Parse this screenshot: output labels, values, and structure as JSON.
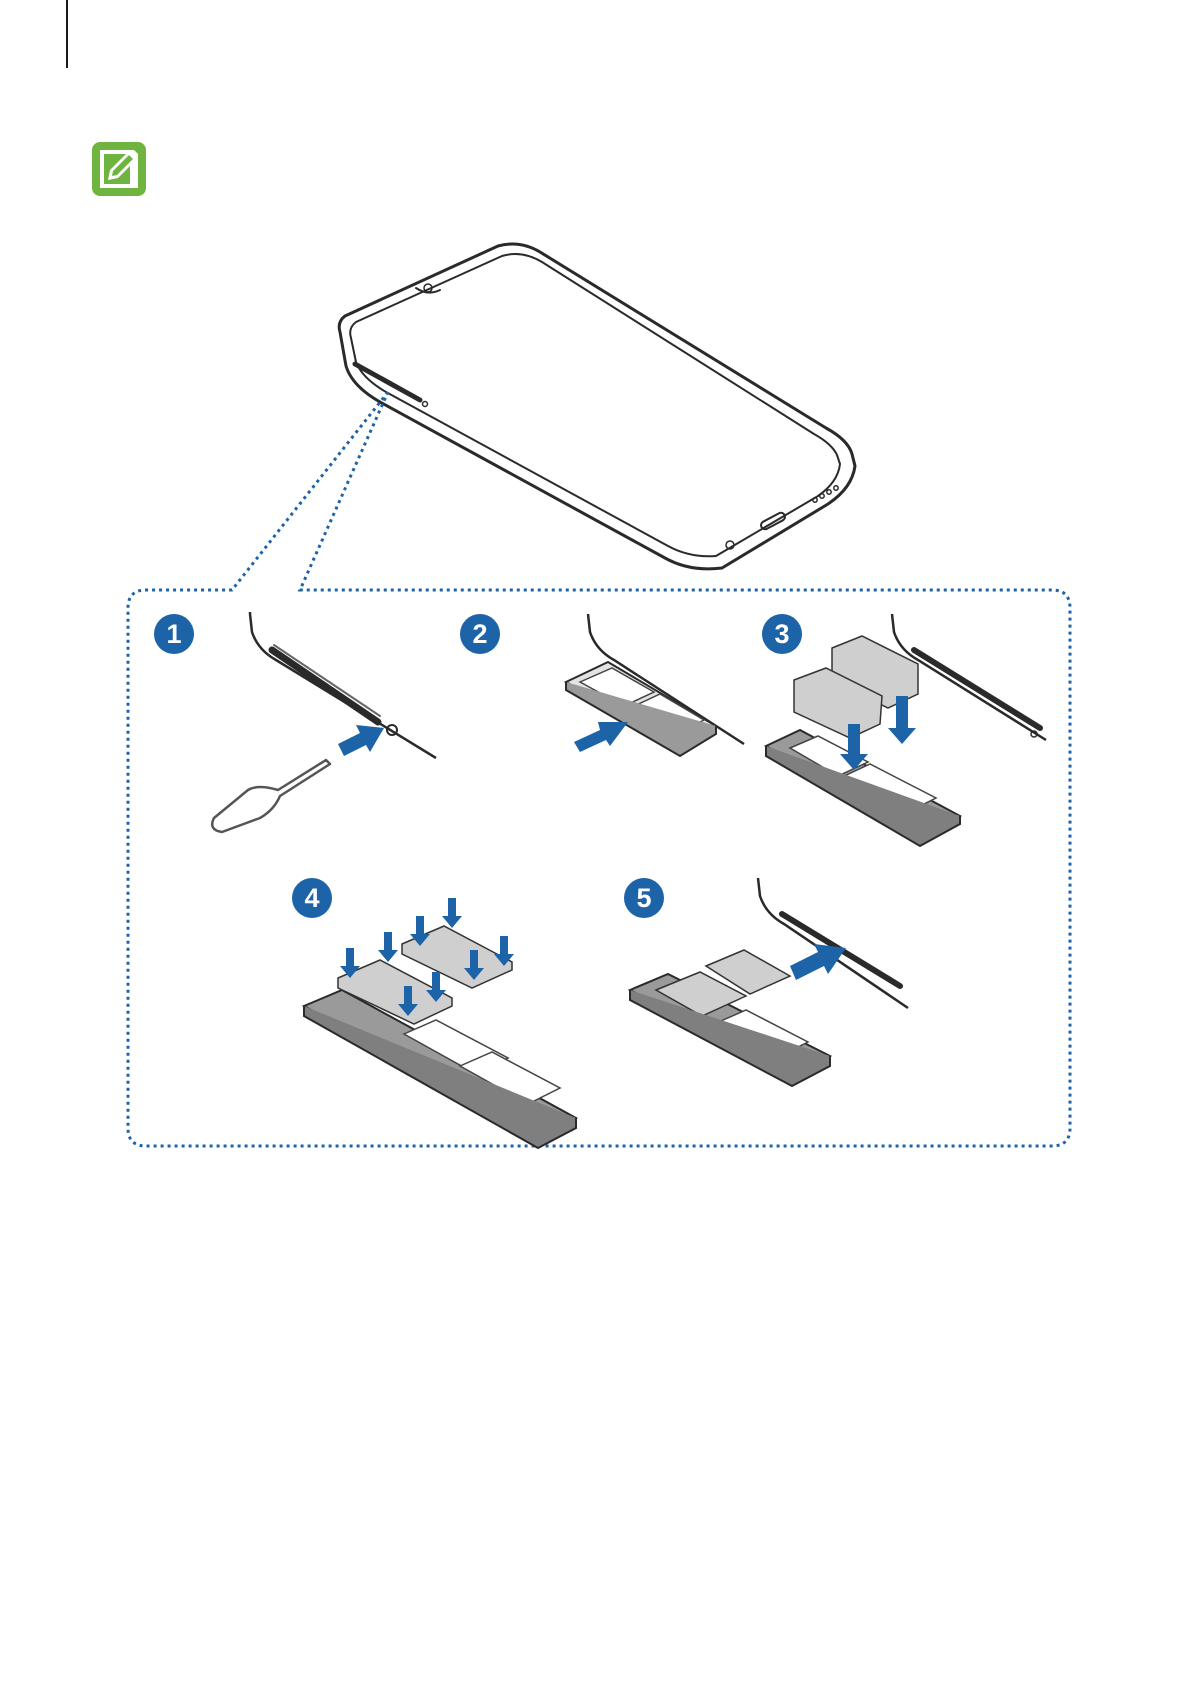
{
  "colors": {
    "accent_blue": "#1d63a8",
    "note_green": "#6eb43f",
    "line_dark": "#2a2a2a",
    "tray_gray": "#8f8f8f",
    "card_gray": "#c9c9c9"
  },
  "icons": {
    "note": "note-pencil-icon"
  },
  "steps": [
    {
      "label": "1",
      "description": "insert-ejection-pin"
    },
    {
      "label": "2",
      "description": "pull-out-tray"
    },
    {
      "label": "3",
      "description": "place-sim-cards"
    },
    {
      "label": "4",
      "description": "press-cards-into-tray"
    },
    {
      "label": "5",
      "description": "insert-tray-into-slot"
    }
  ]
}
